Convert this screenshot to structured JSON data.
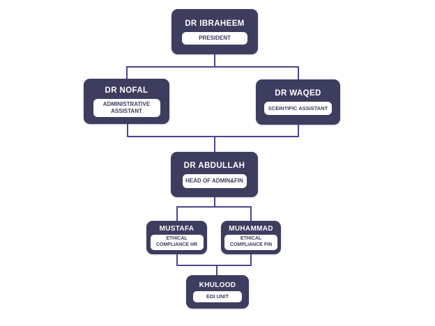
{
  "org_chart": {
    "type": "organizational-chart",
    "colors": {
      "node_fill": "#3d3d60",
      "node_text": "#ffffff",
      "role_badge_bg": "#ffffff",
      "role_badge_text": "#3d3d60",
      "connector": "#53408e",
      "background": "#ffffff"
    },
    "nodes": [
      {
        "name": "DR IBRAHEEM",
        "role": "PRESIDENT",
        "level": 1,
        "reports_to": []
      },
      {
        "name": "DR NOFAL",
        "role": "ADMINISTRATIVE ASSISTANT",
        "level": 2,
        "reports_to": [
          "DR IBRAHEEM"
        ]
      },
      {
        "name": "DR WAQED",
        "role": "SCEINTIFIC ASSISTANT",
        "level": 2,
        "reports_to": [
          "DR IBRAHEEM"
        ]
      },
      {
        "name": "DR ABDULLAH",
        "role": "HEAD OF ADMIN&FIN",
        "level": 3,
        "reports_to": [
          "DR NOFAL",
          "DR WAQED"
        ]
      },
      {
        "name": "MUSTAFA",
        "role": "ETHICAL COMPLIANCE HR",
        "level": 4,
        "reports_to": [
          "DR ABDULLAH"
        ]
      },
      {
        "name": "MUHAMMAD",
        "role": "ETHICAL COMPLIANCE FIN",
        "level": 4,
        "reports_to": [
          "DR ABDULLAH"
        ]
      },
      {
        "name": "KHULOOD",
        "role": "EDI UNIT",
        "level": 5,
        "reports_to": [
          "MUSTAFA",
          "MUHAMMAD"
        ]
      }
    ]
  }
}
